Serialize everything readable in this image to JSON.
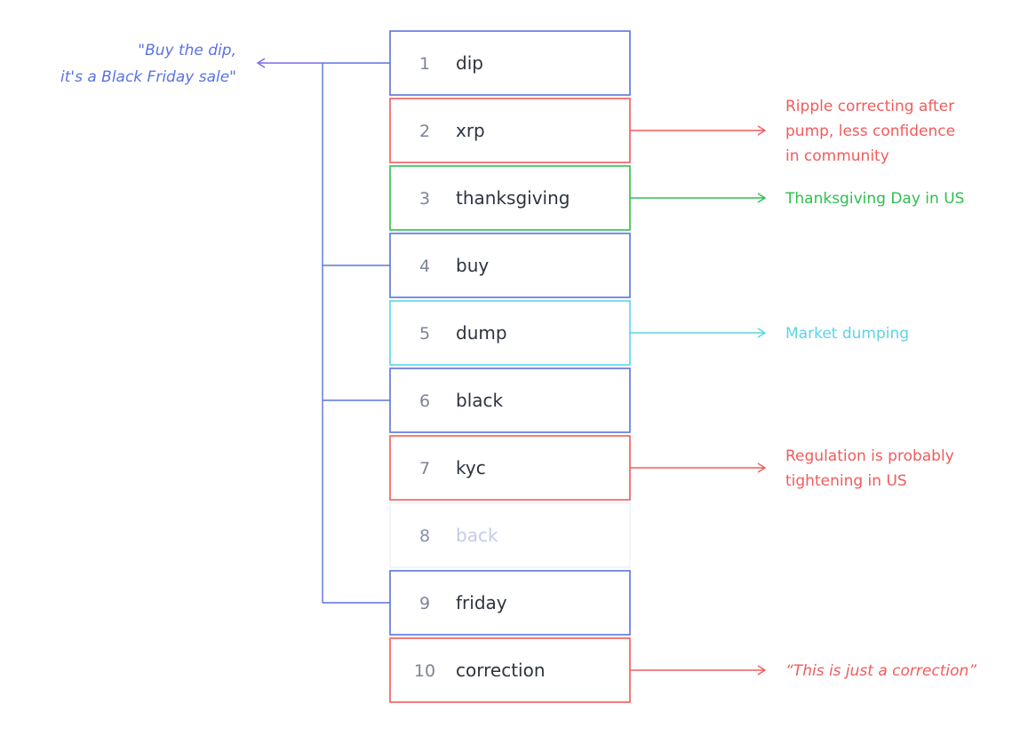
{
  "colors": {
    "blue": "#5b73e0",
    "red": "#f25b5b",
    "green": "#2ebf4f",
    "cyan": "#5dd3e6",
    "purple": "#7b6ae8",
    "faded": "#e8ebf3",
    "rank_text": "#7c8597",
    "word_text": "#2d3340",
    "faded_word_text": "#c5cbe6"
  },
  "words": [
    {
      "rank": "1",
      "word": "dip",
      "group": "blue"
    },
    {
      "rank": "2",
      "word": "xrp",
      "group": "red"
    },
    {
      "rank": "3",
      "word": "thanksgiving",
      "group": "green"
    },
    {
      "rank": "4",
      "word": "buy",
      "group": "blue"
    },
    {
      "rank": "5",
      "word": "dump",
      "group": "cyan"
    },
    {
      "rank": "6",
      "word": "black",
      "group": "blue"
    },
    {
      "rank": "7",
      "word": "kyc",
      "group": "red"
    },
    {
      "rank": "8",
      "word": "back",
      "group": "faded"
    },
    {
      "rank": "9",
      "word": "friday",
      "group": "blue"
    },
    {
      "rank": "10",
      "word": "correction",
      "group": "red"
    }
  ],
  "left_note": {
    "lines": [
      "\"Buy the dip,",
      "it's a Black Friday sale\""
    ],
    "linked_ranks": [
      "1",
      "4",
      "6",
      "9"
    ],
    "color": "#5b73e0"
  },
  "right_notes": [
    {
      "rank": "2",
      "lines": [
        "Ripple correcting after",
        "pump, less confidence",
        "in community"
      ],
      "color": "#f25b5b",
      "italic": false
    },
    {
      "rank": "3",
      "lines": [
        "Thanksgiving Day in US"
      ],
      "color": "#2ebf4f",
      "italic": false
    },
    {
      "rank": "5",
      "lines": [
        "Market dumping"
      ],
      "color": "#5dd3e6",
      "italic": false
    },
    {
      "rank": "7",
      "lines": [
        "Regulation is probably",
        "tightening in US"
      ],
      "color": "#f25b5b",
      "italic": false
    },
    {
      "rank": "10",
      "lines": [
        "“This is just a correction”"
      ],
      "color": "#f25b5b",
      "italic": true
    }
  ]
}
